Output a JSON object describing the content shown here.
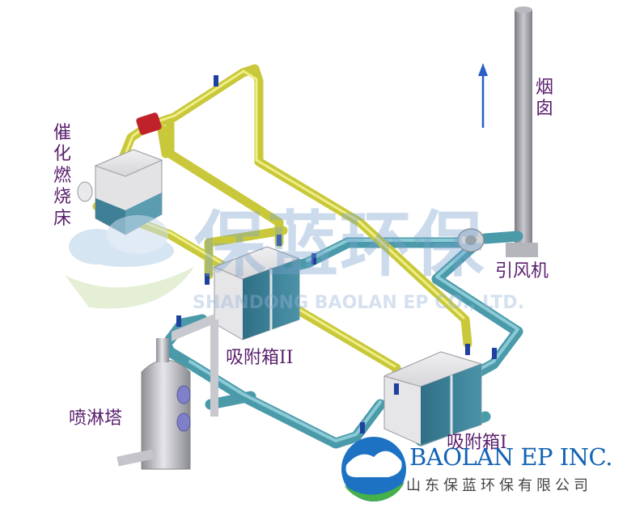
{
  "labels": {
    "catalytic_bed": "催化燃烧床",
    "chimney": "烟囱",
    "fan": "引风机",
    "adsorber_2": "吸附箱II",
    "adsorber_1": "吸附箱I",
    "spray_tower": "喷淋塔"
  },
  "watermark": {
    "cn": "保蓝环保",
    "en": "SHANDONG BAOLAN EP CO., LTD."
  },
  "brand": {
    "en": "BAOLAN EP INC.",
    "cn": "山东保蓝环保有限公司"
  },
  "colors": {
    "label": "#5a1f6e",
    "yellow_pipe": "#c9c83a",
    "teal_pipe": "#4a9aaa",
    "valve": "#2040a0",
    "chimney": "#9a9aa2",
    "arrow": "#2a5fc8",
    "brand": "#1463b4"
  }
}
